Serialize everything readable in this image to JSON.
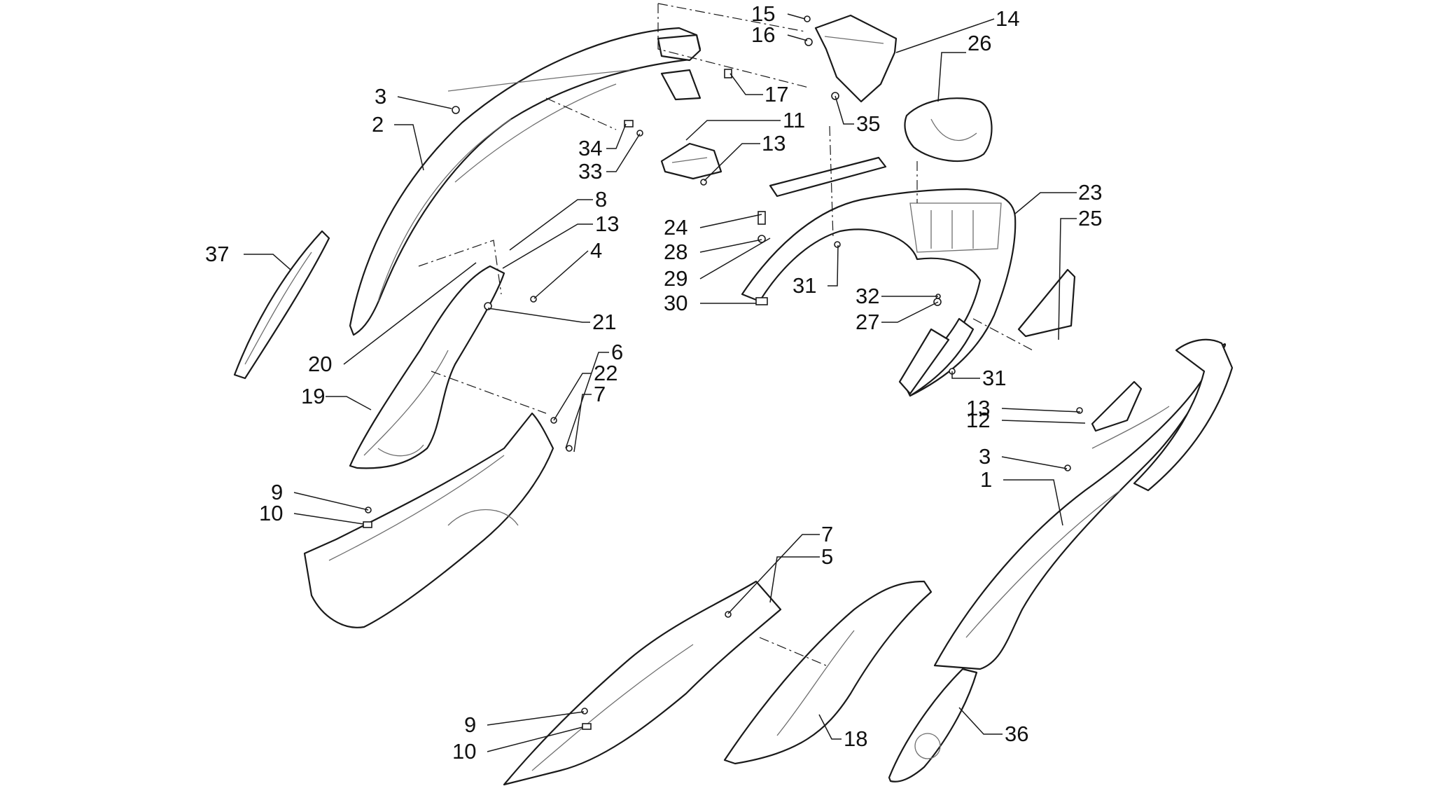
{
  "callouts": [
    {
      "id": "c1",
      "label": "1"
    },
    {
      "id": "c2",
      "label": "2"
    },
    {
      "id": "c3a",
      "label": "3"
    },
    {
      "id": "c3b",
      "label": "3"
    },
    {
      "id": "c4",
      "label": "4"
    },
    {
      "id": "c5",
      "label": "5"
    },
    {
      "id": "c6",
      "label": "6"
    },
    {
      "id": "c7a",
      "label": "7"
    },
    {
      "id": "c7b",
      "label": "7"
    },
    {
      "id": "c8",
      "label": "8"
    },
    {
      "id": "c9a",
      "label": "9"
    },
    {
      "id": "c9b",
      "label": "9"
    },
    {
      "id": "c10a",
      "label": "10"
    },
    {
      "id": "c10b",
      "label": "10"
    },
    {
      "id": "c11",
      "label": "11"
    },
    {
      "id": "c12",
      "label": "12"
    },
    {
      "id": "c13a",
      "label": "13"
    },
    {
      "id": "c13b",
      "label": "13"
    },
    {
      "id": "c13c",
      "label": "13"
    },
    {
      "id": "c14",
      "label": "14"
    },
    {
      "id": "c15",
      "label": "15"
    },
    {
      "id": "c16",
      "label": "16"
    },
    {
      "id": "c17",
      "label": "17"
    },
    {
      "id": "c18",
      "label": "18"
    },
    {
      "id": "c19",
      "label": "19"
    },
    {
      "id": "c20",
      "label": "20"
    },
    {
      "id": "c21",
      "label": "21"
    },
    {
      "id": "c22",
      "label": "22"
    },
    {
      "id": "c23",
      "label": "23"
    },
    {
      "id": "c24",
      "label": "24"
    },
    {
      "id": "c25",
      "label": "25"
    },
    {
      "id": "c26",
      "label": "26"
    },
    {
      "id": "c27",
      "label": "27"
    },
    {
      "id": "c28",
      "label": "28"
    },
    {
      "id": "c29",
      "label": "29"
    },
    {
      "id": "c30",
      "label": "30"
    },
    {
      "id": "c31a",
      "label": "31"
    },
    {
      "id": "c31b",
      "label": "31"
    },
    {
      "id": "c32",
      "label": "32"
    },
    {
      "id": "c33",
      "label": "33"
    },
    {
      "id": "c34",
      "label": "34"
    },
    {
      "id": "c35",
      "label": "35"
    },
    {
      "id": "c36",
      "label": "36"
    },
    {
      "id": "c37",
      "label": "37"
    }
  ]
}
